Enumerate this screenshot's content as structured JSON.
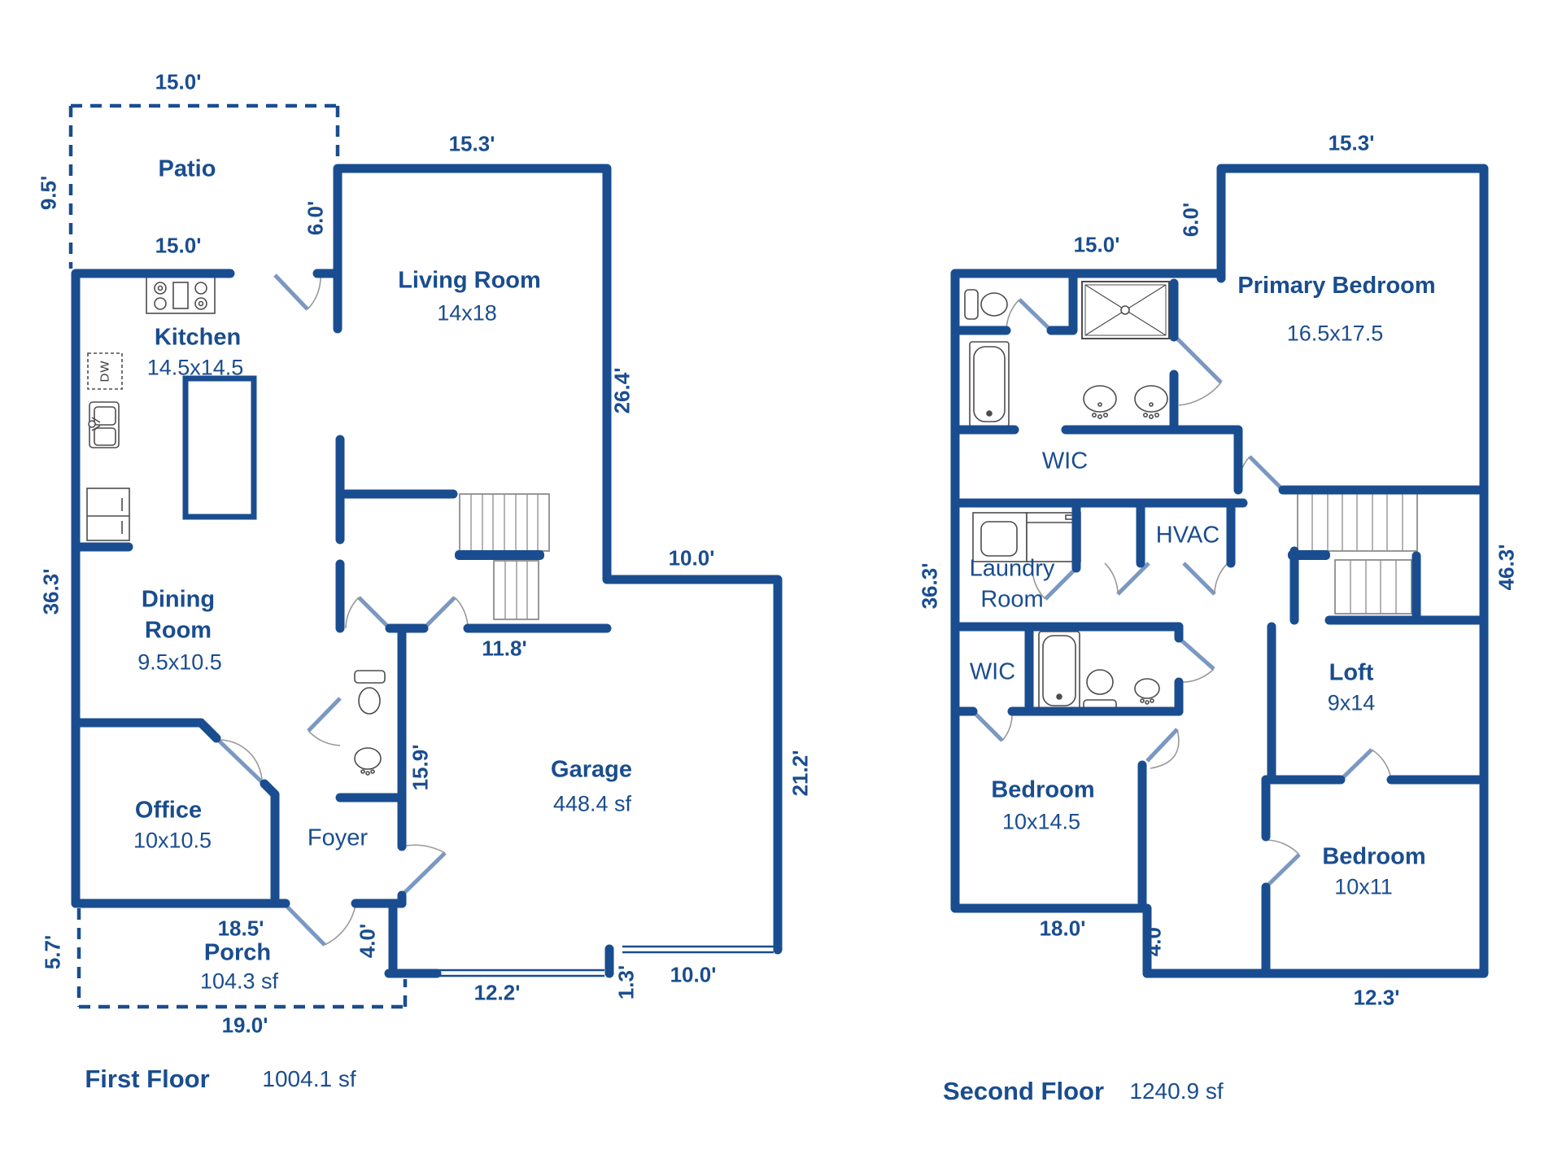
{
  "first_floor": {
    "title": "First Floor",
    "area": "1004.1 sf",
    "patio": {
      "label": "Patio",
      "width_dim": "15.0'",
      "depth_dim": "9.5'"
    },
    "kitchen": {
      "label": "Kitchen",
      "size": "14.5x14.5",
      "top_dim": "15.0'",
      "right_dim": "6.0'",
      "dw_label": "DW"
    },
    "living_room": {
      "label": "Living Room",
      "size": "14x18",
      "top_dim": "15.3'",
      "right_dim": "26.4'"
    },
    "dining_room": {
      "label": "Dining Room",
      "size": "9.5x10.5"
    },
    "office": {
      "label": "Office",
      "size": "10x10.5"
    },
    "foyer": {
      "label": "Foyer"
    },
    "garage": {
      "label": "Garage",
      "area": "448.4 sf",
      "top_dim": "10.0'",
      "right_dim": "21.2'",
      "door_dim": "12.2'",
      "step_dim": "1.3'",
      "side_door_dim": "10.0'"
    },
    "stairs_dim": "11.8'",
    "hall_dim": "15.9'",
    "left_dim": "36.3'",
    "porch": {
      "label": "Porch",
      "area": "104.3 sf",
      "top_dim": "18.5'",
      "left_dim": "5.7'",
      "bottom_dim": "19.0'",
      "door_dim": "4.0'"
    }
  },
  "second_floor": {
    "title": "Second Floor",
    "area": "1240.9 sf",
    "primary_bedroom": {
      "label": "Primary Bedroom",
      "size": "16.5x17.5",
      "top_dim": "15.3'",
      "left_dim": "6.0'"
    },
    "primary_bath": {
      "top_dim": "15.0'"
    },
    "wic_primary": {
      "label": "WIC"
    },
    "laundry": {
      "label": "Laundry Room"
    },
    "hvac": {
      "label": "HVAC"
    },
    "wic_hall": {
      "label": "WIC"
    },
    "loft": {
      "label": "Loft",
      "size": "9x14"
    },
    "bedroom_2": {
      "label": "Bedroom",
      "size": "10x14.5"
    },
    "bedroom_3": {
      "label": "Bedroom",
      "size": "10x11"
    },
    "left_dim": "36.3'",
    "right_dim": "46.3'",
    "bottom_dim": "18.0'",
    "jog_dim": "4.0'",
    "bedroom3_bottom_dim": "12.3'"
  }
}
